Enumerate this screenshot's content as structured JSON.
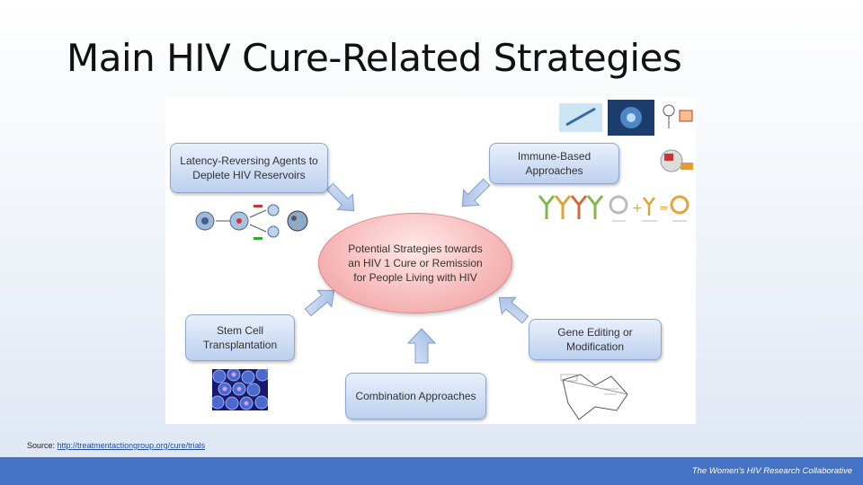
{
  "title": "Main HIV Cure-Related Strategies",
  "diagram": {
    "center": "Potential Strategies towards an HIV 1 Cure or Remission for People Living with HIV",
    "boxes": {
      "latency": "Latency-Reversing Agents to Deplete HIV Reservoirs",
      "immune": "Immune-Based Approaches",
      "stem_cell": "Stem Cell Transplantation",
      "gene_editing": "Gene Editing or Modification",
      "combination": "Combination Approaches"
    }
  },
  "source": {
    "label": "Source:",
    "link": "http://treatmentactiongroup.org/cure/trials"
  },
  "footer": "The Women's HIV Research Collaborative",
  "colors": {
    "footer": "#4472c4",
    "box": "#bcd0ef",
    "center": "#f7b8b8",
    "arrow": "#a9c1e8"
  }
}
